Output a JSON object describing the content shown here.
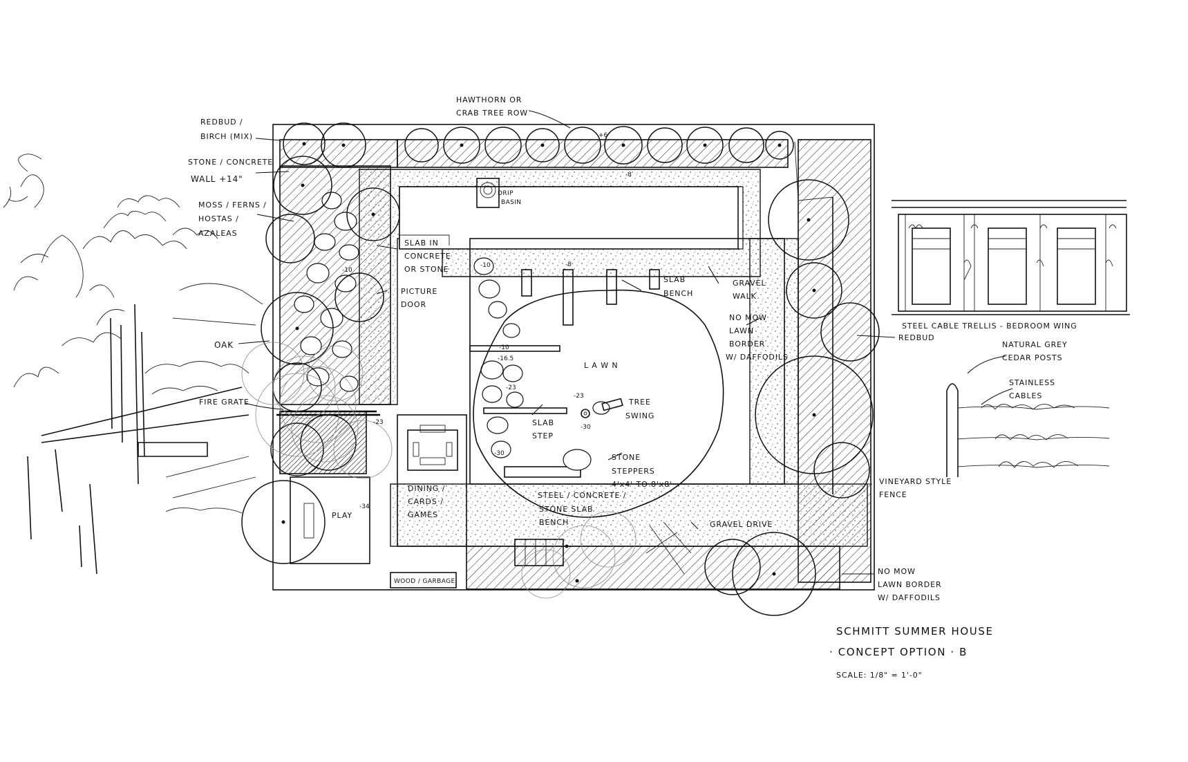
{
  "title": {
    "line1": "SCHMITT SUMMER HOUSE",
    "line2": "· CONCEPT OPTION · B",
    "scale": "SCALE: 1/8\" = 1'-0\""
  },
  "labels": {
    "redbud_birch_1": "REDBUD /",
    "redbud_birch_2": "BIRCH (MIX)",
    "hawthorn_1": "HAWTHORN OR",
    "hawthorn_2": "CRAB TREE ROW",
    "wall_1": "STONE / CONCRETE",
    "wall_2": "WALL +14\"",
    "moss_1": "MOSS / FERNS /",
    "moss_2": "HOSTAS /",
    "moss_3": "AZALEAS",
    "slab_1": "SLAB IN",
    "slab_2": "CONCRETE",
    "slab_3": "OR STONE",
    "picture_1": "PICTURE",
    "picture_2": "DOOR",
    "oak": "OAK",
    "fire_grate": "FIRE GRATE",
    "drip_1": "DRIP",
    "drip_2": "BASIN",
    "slab_bench_1": "SLAB",
    "slab_bench_2": "BENCH",
    "gravel_walk_1": "GRAVEL",
    "gravel_walk_2": "WALK",
    "nomow_1a": "NO MOW",
    "nomow_1b": "LAWN",
    "nomow_1c": "BORDER",
    "nomow_1d": "W/ DAFFODILS",
    "lawn": "L A W N",
    "tree_swing_1": "TREE",
    "tree_swing_2": "SWING",
    "slab_step_1": "SLAB",
    "slab_step_2": "STEP",
    "stone_steppers_1": "STONE",
    "stone_steppers_2": "STEPPERS",
    "stone_steppers_3": "4'x4' TO 8'x8'",
    "dining_1": "DINING /",
    "dining_2": "CARDS /",
    "dining_3": "GAMES",
    "steel_bench_1": "STEEL / CONCRETE /",
    "steel_bench_2": "STONE SLAB",
    "steel_bench_3": "BENCH",
    "play": "PLAY",
    "gravel_drive": "GRAVEL DRIVE",
    "wood_garbage": "WOOD / GARBAGE",
    "redbud": "REDBUD",
    "vineyard_1": "VINEYARD STYLE",
    "vineyard_2": "FENCE",
    "nomow_2a": "NO MOW",
    "nomow_2b": "LAWN BORDER",
    "nomow_2c": "W/ DAFFODILS",
    "trellis": "STEEL CABLE TRELLIS - BEDROOM WING",
    "cedar_1": "NATURAL GREY",
    "cedar_2": "CEDAR POSTS",
    "cables_1": "STAINLESS",
    "cables_2": "CABLES"
  },
  "grades": {
    "g_plus6": "+6",
    "g_minus8_top": "-8",
    "g_minus8_mid": "-8",
    "g_minus10_a": "-10",
    "g_minus10_b": "-10",
    "g_minus10_c": "-10",
    "g_minus165": "-16.5",
    "g_minus23_a": "-23",
    "g_minus23_b": "-23",
    "g_minus30_a": "-30",
    "g_minus30_b": "-30",
    "g_minus34": "-34",
    "g_minus23_c": "-23"
  }
}
